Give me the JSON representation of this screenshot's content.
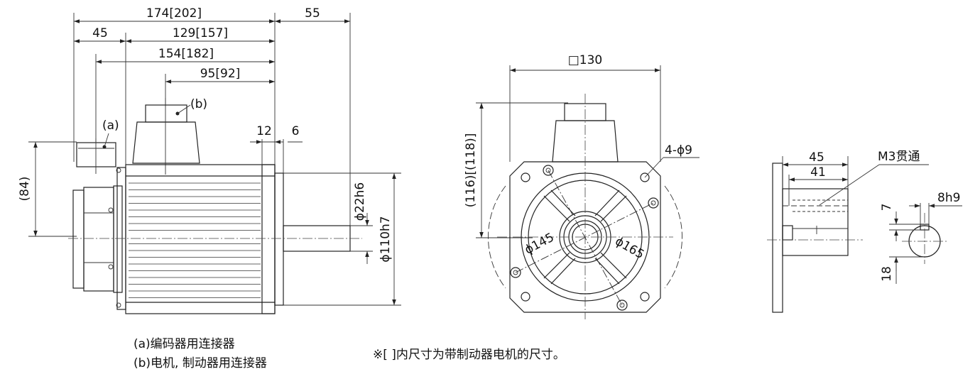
{
  "side_view": {
    "dims": {
      "total_length": "174[202]",
      "shaft_length": "55",
      "encoder_offset": "45",
      "body_length": "129[157]",
      "connector_a_pos": "154[182]",
      "connector_b_pos": "95[92]",
      "flange_thickness": "12",
      "spigot_depth": "6",
      "connector_height": "(84)",
      "shaft_dia": "ϕ22h6",
      "spigot_dia": "ϕ110h7"
    },
    "callouts": {
      "a": "(a)",
      "b": "(b)"
    }
  },
  "front_view": {
    "dims": {
      "flange_square": "□130",
      "height": "(116)[(118)]",
      "mount_holes": "4-ϕ9",
      "pcd_inner": "ϕ145",
      "pcd_outer": "ϕ165"
    }
  },
  "shaft_detail": {
    "dims": {
      "len_45": "45",
      "len_41": "41",
      "tapped_hole": "M3贯通",
      "key_width": "8h9",
      "key_depth": "7",
      "key_height": "18"
    }
  },
  "legend": {
    "line_a": "(a)编码器用连接器",
    "line_b": "(b)电机, 制动器用连接器"
  },
  "footnote": "※[ ]内尺寸为带制动器电机的尺寸。"
}
